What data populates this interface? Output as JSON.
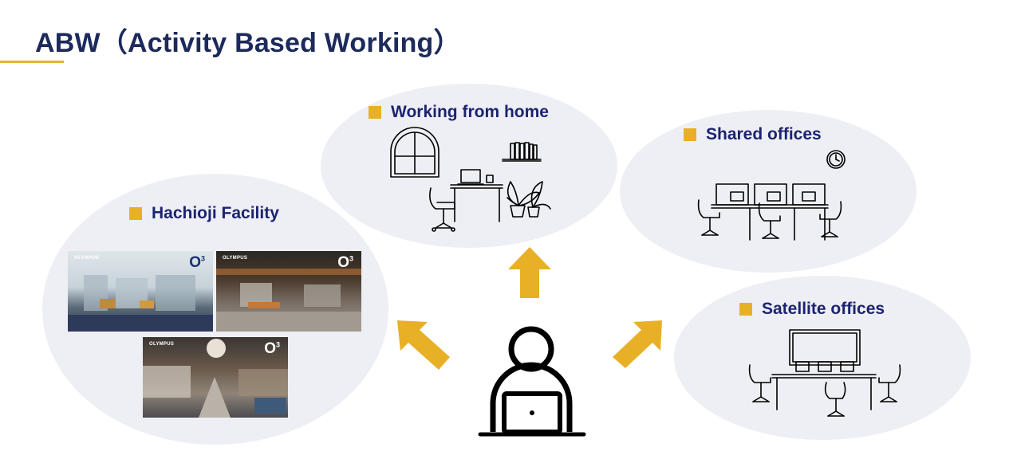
{
  "title": "ABW（Activity Based Working）",
  "colors": {
    "title": "#1c2a5c",
    "accent": "#e8b027",
    "label": "#1c2370",
    "bubble": "#eeeff5",
    "line": "#000000"
  },
  "locations": {
    "home": {
      "label": "Working from home"
    },
    "shared": {
      "label": "Shared offices"
    },
    "satellite": {
      "label": "Satellite offices"
    },
    "hachioji": {
      "label": "Hachioji Facility"
    }
  },
  "photos": {
    "brand": "OLYMPUS",
    "logo": "O",
    "logo_sup": "3"
  },
  "icons": [
    "window-icon",
    "bookshelf-icon",
    "desk-laptop-icon",
    "plant-icon",
    "chair-icon",
    "clock-icon",
    "whiteboard-icon",
    "person-laptop-icon",
    "arrow-icon"
  ]
}
